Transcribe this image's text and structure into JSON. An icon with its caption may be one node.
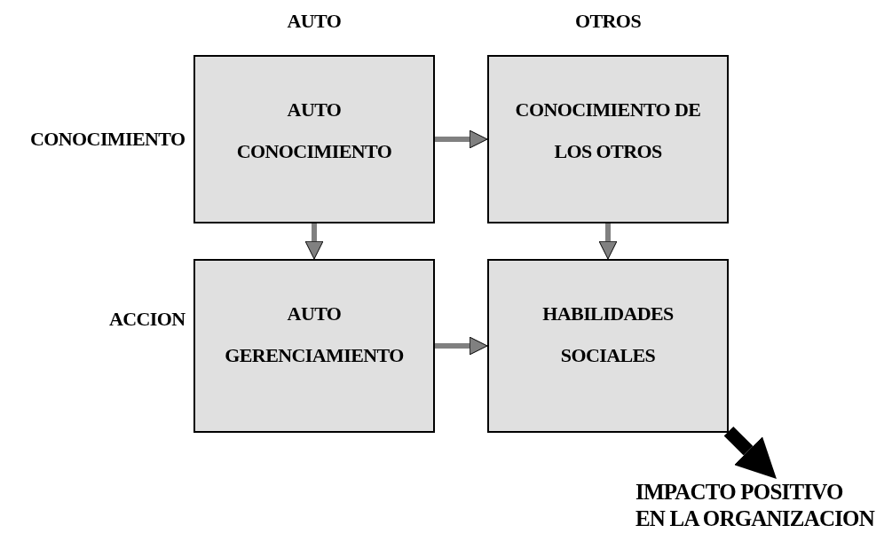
{
  "diagram": {
    "nodes": [
      {
        "text": [
          "AUTO CONOCIMIENTO"
        ]
      },
      {
        "text": [
          "CONOCIMIENTO DE LOS OTROS"
        ]
      },
      {
        "text": [
          "AUTO GERENCIAMIENTO"
        ]
      },
      {
        "text": [
          "HABILIDADES SOCIALES"
        ]
      },
      {
        "text": [
          "IMPACTO POSITIVO EN LA ORGANIZACION"
        ]
      }
    ],
    "edges": [
      {
        "from": 0,
        "to": 1,
        "arrow": "to"
      },
      {
        "from": 0,
        "to": 2,
        "arrow": "to"
      },
      {
        "from": 1,
        "to": 3,
        "arrow": "to"
      },
      {
        "from": 2,
        "to": 3,
        "arrow": "to"
      },
      {
        "from": 3,
        "to": 4,
        "arrow": "to",
        "style": "thick",
        "color": "#000000"
      }
    ],
    "labels": [
      "AUTO",
      "OTROS",
      "CONOCIMIENTO",
      "ACCION"
    ]
  }
}
